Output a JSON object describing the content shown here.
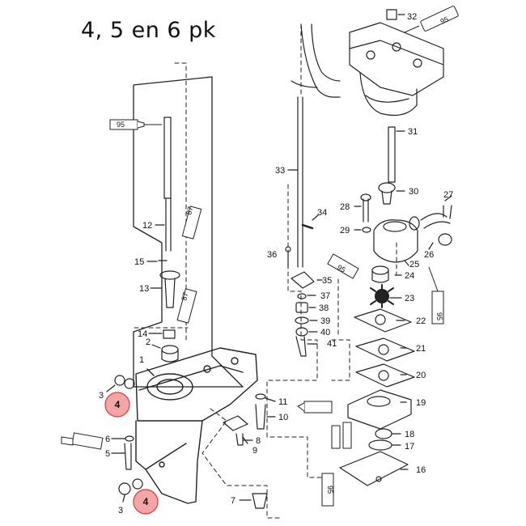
{
  "title": "4, 5 en 6 pk",
  "highlight_color": "#f3a6a6",
  "highlight_border": "#d83a3a",
  "callouts": [
    {
      "id": "c32",
      "text": "32"
    },
    {
      "id": "c31",
      "text": "31"
    },
    {
      "id": "c30",
      "text": "30"
    },
    {
      "id": "c27",
      "text": "27"
    },
    {
      "id": "c33",
      "text": "33"
    },
    {
      "id": "c34",
      "text": "34"
    },
    {
      "id": "c28",
      "text": "28"
    },
    {
      "id": "c29",
      "text": "29"
    },
    {
      "id": "c26",
      "text": "26"
    },
    {
      "id": "c25",
      "text": "25"
    },
    {
      "id": "c24",
      "text": "24"
    },
    {
      "id": "c36",
      "text": "36"
    },
    {
      "id": "c35",
      "text": "35"
    },
    {
      "id": "c37",
      "text": "37"
    },
    {
      "id": "c38",
      "text": "38"
    },
    {
      "id": "c39",
      "text": "39"
    },
    {
      "id": "c40",
      "text": "40"
    },
    {
      "id": "c41",
      "text": "41"
    },
    {
      "id": "c23",
      "text": "23"
    },
    {
      "id": "c22",
      "text": "22"
    },
    {
      "id": "c21",
      "text": "21"
    },
    {
      "id": "c20",
      "text": "20"
    },
    {
      "id": "c19",
      "text": "19"
    },
    {
      "id": "c18",
      "text": "18"
    },
    {
      "id": "c17",
      "text": "17"
    },
    {
      "id": "c16",
      "text": "16"
    },
    {
      "id": "c12",
      "text": "12"
    },
    {
      "id": "c15",
      "text": "15"
    },
    {
      "id": "c13",
      "text": "13"
    },
    {
      "id": "c14",
      "text": "14"
    },
    {
      "id": "c2",
      "text": "2"
    },
    {
      "id": "c1",
      "text": "1"
    },
    {
      "id": "c3a",
      "text": "3"
    },
    {
      "id": "c11",
      "text": "11"
    },
    {
      "id": "c10",
      "text": "10"
    },
    {
      "id": "c9",
      "text": "9"
    },
    {
      "id": "c8",
      "text": "8"
    },
    {
      "id": "c6",
      "text": "6"
    },
    {
      "id": "c5",
      "text": "5"
    },
    {
      "id": "c3b",
      "text": "3"
    },
    {
      "id": "c7",
      "text": "7"
    }
  ],
  "tubes": [
    {
      "id": "t95a",
      "text": "95"
    },
    {
      "id": "t95b",
      "text": "95"
    },
    {
      "id": "t87a",
      "text": "87"
    },
    {
      "id": "t87b",
      "text": "87"
    },
    {
      "id": "t95c",
      "text": "95"
    },
    {
      "id": "t95d",
      "text": "95"
    },
    {
      "id": "t95e",
      "text": "95"
    }
  ],
  "highlights": [
    {
      "id": "h4a",
      "text": "4"
    },
    {
      "id": "h4b",
      "text": "4"
    }
  ]
}
